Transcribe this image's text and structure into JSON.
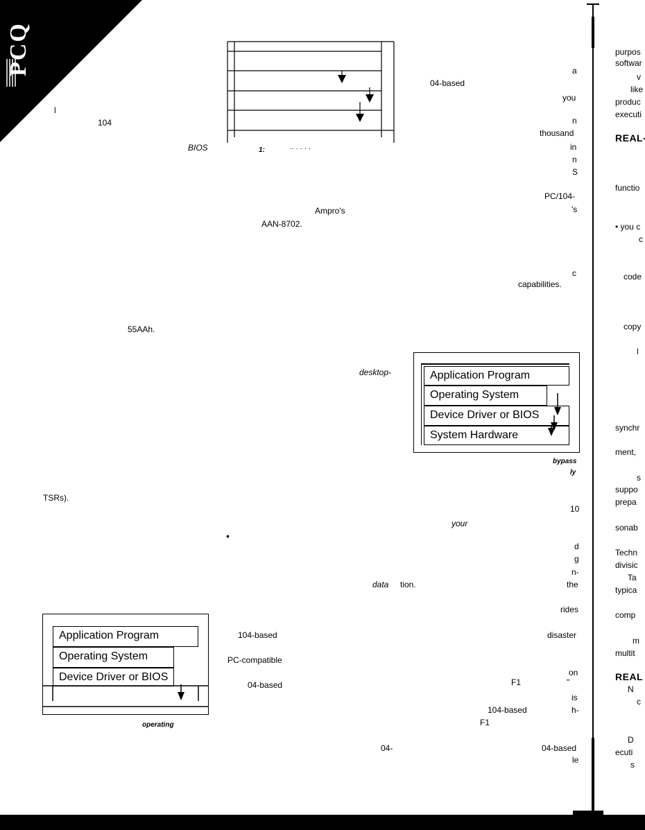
{
  "masthead": {
    "logo_text": "PCQ"
  },
  "left_column": [
    {
      "text": "l"
    },
    {
      "text": "104"
    },
    {
      "text": "BIOS"
    },
    {
      "text": "Ampro's"
    },
    {
      "text": "AAN-8702."
    },
    {
      "text": "55AAh."
    },
    {
      "text": "TSRs)."
    }
  ],
  "figure1": {
    "caption_prefix": "1:",
    "caption_rest": "·· · · · ·"
  },
  "middle_column": [
    {
      "text": "desktop-"
    },
    {
      "text": "your"
    },
    {
      "text": "•"
    },
    {
      "text": "data"
    },
    {
      "text": "tion."
    },
    {
      "text": "104-based"
    },
    {
      "text": "PC-compatible"
    },
    {
      "text": "04-based"
    },
    {
      "text": "04-"
    }
  ],
  "right_text_column": [
    {
      "text": "a"
    },
    {
      "text": "04-based"
    },
    {
      "text": "you"
    },
    {
      "text": "n"
    },
    {
      "text": "thousand"
    },
    {
      "text": "in"
    },
    {
      "text": "n"
    },
    {
      "text": "S"
    },
    {
      "text": "PC/104-"
    },
    {
      "text": "'s"
    },
    {
      "text": "c"
    },
    {
      "text": "capabilities."
    },
    {
      "text": "10"
    },
    {
      "text": "d"
    },
    {
      "text": "g"
    },
    {
      "text": "n-"
    },
    {
      "text": "the"
    },
    {
      "text": "rides"
    },
    {
      "text": "disaster"
    },
    {
      "text": "on"
    },
    {
      "text": "F1"
    },
    {
      "text": "\""
    },
    {
      "text": "is"
    },
    {
      "text": "104-based"
    },
    {
      "text": "h-"
    },
    {
      "text": "F1"
    },
    {
      "text": "04-based"
    },
    {
      "text": "le"
    }
  ],
  "figure2": {
    "layers": [
      "Application Program",
      "Operating System",
      "Device Driver or BIOS",
      "System Hardware"
    ],
    "caption_parts": [
      "bypass",
      "ly"
    ]
  },
  "figure3": {
    "layers": [
      "Application Program",
      "Operating System",
      "Device Driver or BIOS"
    ],
    "caption": "operating"
  },
  "far_right_column": [
    {
      "text": "purpos"
    },
    {
      "text": "softwar"
    },
    {
      "text": "v"
    },
    {
      "text": "like"
    },
    {
      "text": "produc"
    },
    {
      "text": "executi"
    },
    {
      "text": "REAL-"
    },
    {
      "text": "functio"
    },
    {
      "text": "• you c"
    },
    {
      "text": "c"
    },
    {
      "text": "code"
    },
    {
      "text": "copy"
    },
    {
      "text": "l"
    },
    {
      "text": "synchr"
    },
    {
      "text": "ment,"
    },
    {
      "text": "s"
    },
    {
      "text": "suppo"
    },
    {
      "text": "prepa"
    },
    {
      "text": "sonab"
    },
    {
      "text": "Techn"
    },
    {
      "text": "divisic"
    },
    {
      "text": "Ta"
    },
    {
      "text": "typica"
    },
    {
      "text": "comp"
    },
    {
      "text": "m"
    },
    {
      "text": "multit"
    },
    {
      "text": "REAL"
    },
    {
      "text": "N"
    },
    {
      "text": "c"
    },
    {
      "text": "D"
    },
    {
      "text": "ecuti"
    },
    {
      "text": "s"
    }
  ]
}
